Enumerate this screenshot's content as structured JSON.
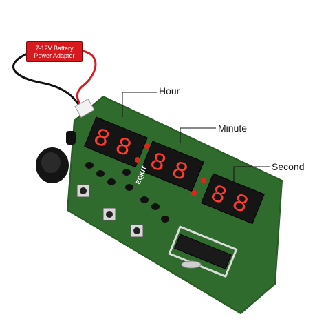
{
  "adapter_tag": {
    "line1": "7-12V Battery",
    "line2": "Power Adapter"
  },
  "callouts": {
    "hour": "Hour",
    "minute": "Minute",
    "second": "Second"
  },
  "board": {
    "brand": "EQKIT",
    "display_digits": [
      "8",
      "8",
      "8",
      "8",
      "8",
      "8"
    ]
  },
  "colors": {
    "pcb": "#2f6b2c",
    "display": "#1a1a1a",
    "segment": "#ff3b2f",
    "wire_red": "#d8191e",
    "wire_black": "#111111"
  }
}
